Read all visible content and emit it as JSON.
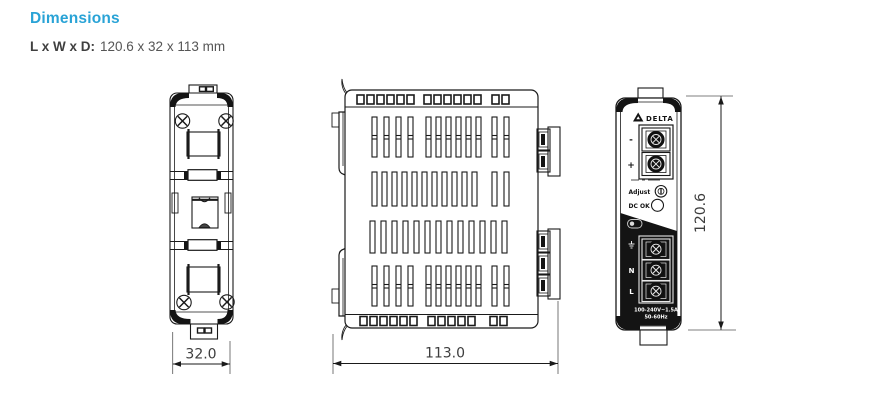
{
  "header": {
    "title": "Dimensions",
    "spec_label": "L x W x D:",
    "spec_value": "120.6 x 32 x 113 mm"
  },
  "drawing": {
    "rear_view": {
      "dimension_label": "32.0"
    },
    "side_view": {
      "dimension_label": "113.0"
    },
    "front_view": {
      "dimension_label": "120.6",
      "brand": "DELTA",
      "output_terminal": {
        "label_minus": "-",
        "label_plus": "+"
      },
      "adjust_label": "Adjust",
      "dc_ok_label": "DC OK",
      "input_terminal": {
        "label_neutral": "N",
        "label_line": "L"
      },
      "rating_line1": "100-240V~1.5A",
      "rating_line2": "50-60Hz"
    }
  },
  "colors": {
    "accent_heading": "#29a3d6",
    "line": "#1a1a1a",
    "dimension_text": "#3d3d3d",
    "panel_black": "#141414"
  }
}
